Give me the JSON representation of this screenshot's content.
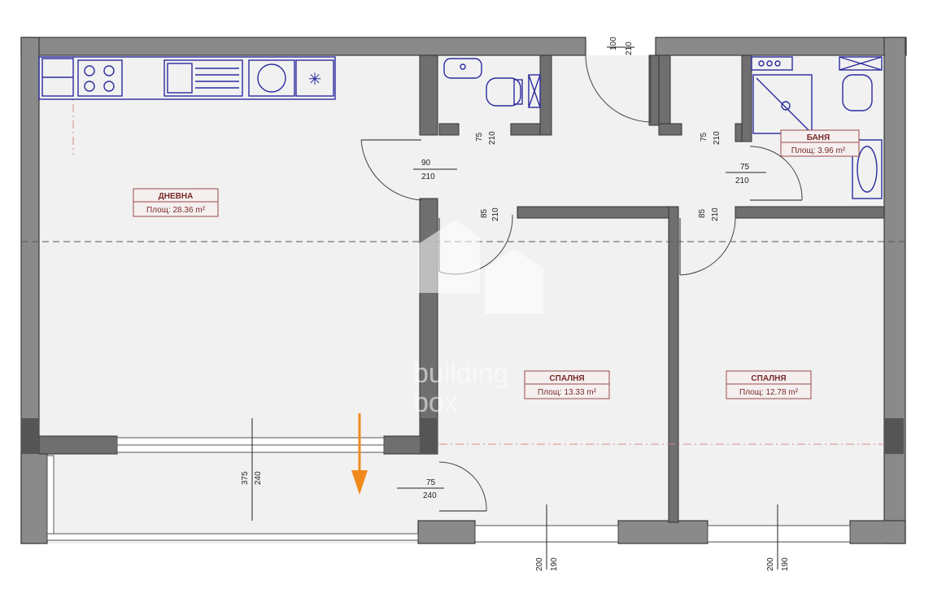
{
  "rooms": [
    {
      "id": "living",
      "name": "ДНЕВНА",
      "area": "Площ: 28.36 m²"
    },
    {
      "id": "bath",
      "name": "БАНЯ",
      "area": "Площ: 3.96 m²"
    },
    {
      "id": "bedroom1",
      "name": "СПАЛНЯ",
      "area": "Площ: 13.33 m²"
    },
    {
      "id": "bedroom2",
      "name": "СПАЛНЯ",
      "area": "Площ: 12.78 m²"
    }
  ],
  "dimensions": {
    "entry_w": "100",
    "entry_h": "210",
    "wc_w": "75",
    "wc_h": "210",
    "bath_w": "75",
    "bath_h": "210",
    "hall_door_w": "90",
    "hall_door_h": "210",
    "bath_door2_w": "75",
    "bath_door2_h": "210",
    "bed1_door_w": "85",
    "bed1_door_h": "210",
    "bed2_door_w": "85",
    "bed2_door_h": "210",
    "balcony_w": "375",
    "balcony_h": "240",
    "terrace_door_w": "75",
    "terrace_door_h": "240",
    "bed1_win_w": "200",
    "bed1_win_h": "190",
    "bed2_win_w": "200",
    "bed2_win_h": "190"
  },
  "watermark": {
    "line1": "building",
    "line2": "box"
  },
  "colors": {
    "wall": "#8a8a8a",
    "fixture": "#2b2ba0",
    "label": "#7a2a2a",
    "arrow": "#f08a1c"
  }
}
